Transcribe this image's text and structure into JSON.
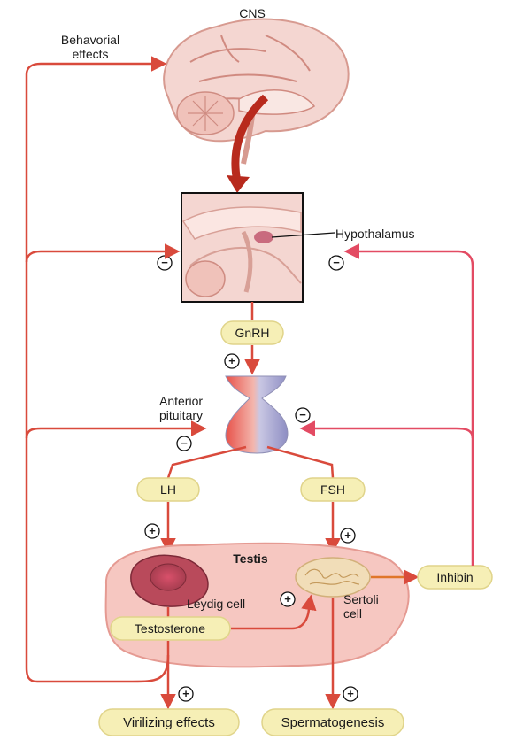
{
  "diagram": {
    "labels": {
      "cns": "CNS",
      "behavioral_line1": "Behavorial",
      "behavioral_line2": "effects",
      "hypothalamus": "Hypothalamus",
      "gnrh": "GnRH",
      "anterior_line1": "Anterior",
      "anterior_line2": "pituitary",
      "lh": "LH",
      "fsh": "FSH",
      "testis": "Testis",
      "leydig": "Leydig cell",
      "sertoli_line1": "Sertoli",
      "sertoli_line2": "cell",
      "testosterone": "Testosterone",
      "inhibin": "Inhibin",
      "virilizing": "Virilizing effects",
      "spermatogenesis": "Spermatogenesis"
    },
    "signs": {
      "plus": "+",
      "minus": "−"
    },
    "colors": {
      "arrow": "#d94a3c",
      "arrow_dark": "#b82a1d",
      "pill_fill": "#f6efb6",
      "pill_stroke": "#e0d48a",
      "testis_fill": "#f6c7c1",
      "testis_stroke": "#e59a92",
      "brain_fill": "#f4d6d1",
      "brain_stroke": "#d79a90",
      "leydig_fill": "#b94a5b",
      "sertoli_fill": "#f1ddb8"
    },
    "icons": {
      "brain": "brain-illustration",
      "hypothalamus": "hypothalamus-section-illustration",
      "pituitary": "pituitary-gland-illustration"
    }
  }
}
